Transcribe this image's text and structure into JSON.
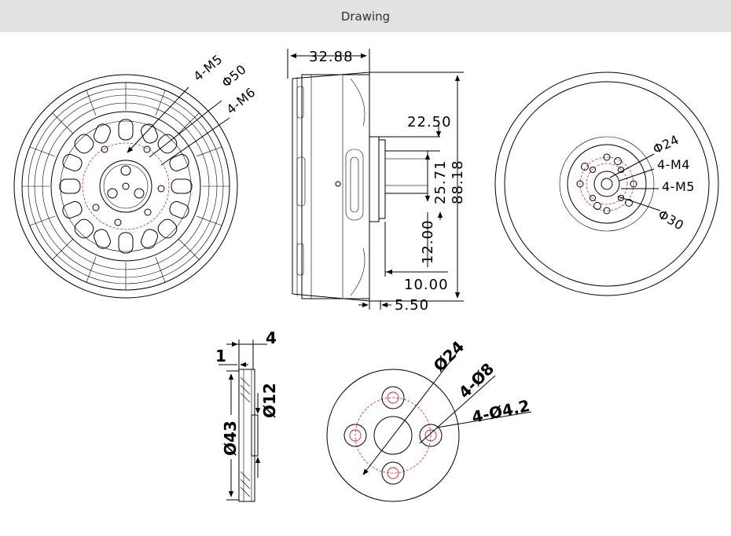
{
  "header": {
    "title": "Drawing"
  },
  "front_view": {
    "labels": {
      "m5": "4-M5",
      "phi50": "Φ50",
      "m6": "4-M6"
    }
  },
  "side_view": {
    "labels": {
      "width": "32.88",
      "shaft_len": "22.50",
      "phi25_71": "25.71",
      "height": "88.18",
      "d12": "12.00",
      "d10": "10.00",
      "d5_5": "5.50"
    }
  },
  "back_view": {
    "labels": {
      "phi24": "Φ24",
      "m4": "4-M4",
      "m5": "4-M5",
      "phi30": "Φ30"
    }
  },
  "adapter_side": {
    "labels": {
      "w4": "4",
      "w1": "1",
      "phi12": "Ø12",
      "phi43": "Ø43"
    }
  },
  "adapter_front": {
    "labels": {
      "phi24": "Ø24",
      "phi8": "4-Ø8",
      "phi4_2": "4-Ø4.2"
    }
  }
}
